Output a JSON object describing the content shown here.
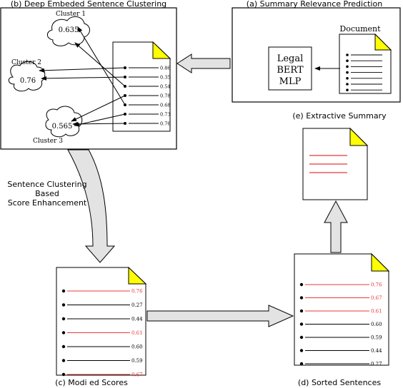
{
  "panels": {
    "relevance": {
      "title": "(a) Summary Relevance Prediction",
      "document_label": "Document",
      "model_lines": [
        "Legal",
        "BERT",
        "MLP"
      ]
    },
    "clustering": {
      "title": "(b) Deep Embeded Sentence Clustering",
      "clusters": [
        {
          "label": "Cluster 1",
          "value": "0.635"
        },
        {
          "label": "Cluster 2",
          "value": "0.76"
        },
        {
          "label": "Cluster 3",
          "value": "0.565"
        }
      ],
      "doc_scores": [
        "0.86",
        "0.35",
        "0.54",
        "0.78",
        "0.68",
        "0.73",
        "0.76"
      ]
    },
    "enhancement": {
      "lines": [
        "Sentence Clustering",
        "Based",
        "Score Enhancement"
      ]
    },
    "modified": {
      "title": "(c) Modi  ed Scores",
      "scores": [
        "0.76",
        "0.27",
        "0.44",
        "0.61",
        "0.60",
        "0.59",
        "0.67"
      ],
      "highlighted": [
        true,
        false,
        false,
        true,
        false,
        false,
        true
      ]
    },
    "sorted": {
      "title": "(d) Sorted Sentences",
      "scores": [
        "0.76",
        "0.67",
        "0.61",
        "0.60",
        "0.59",
        "0.44",
        "0.27"
      ],
      "highlighted": [
        true,
        true,
        true,
        false,
        false,
        false,
        false
      ]
    },
    "summary": {
      "title": "(e) Extractive Summary"
    }
  },
  "colors": {
    "highlight": "#e8393a",
    "fold": "#ffff00",
    "arrow_fill": "#e3e3e3",
    "stroke": "#000000"
  }
}
